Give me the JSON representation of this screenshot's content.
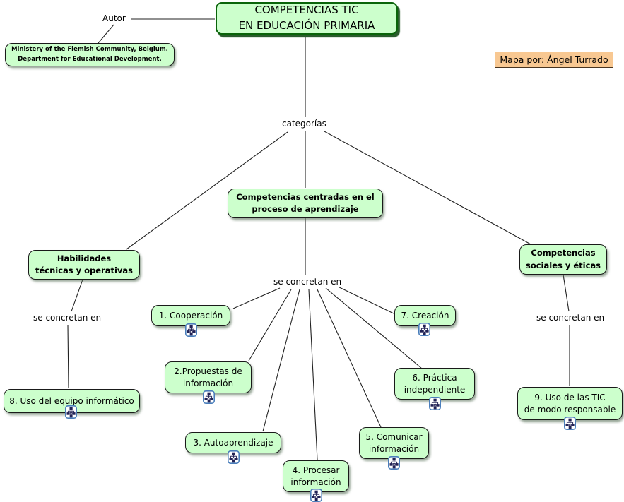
{
  "labels": {
    "autor": "Autor",
    "categorias": "categorías",
    "se_concretan": "se concretan en"
  },
  "nodes": {
    "title": "COMPETENCIAS TIC\nEN EDUCACIÓN PRIMARIA",
    "ministry": "Ministery of the Flemish Community, Belgium.\nDepartment for Educational Development.",
    "credit": "Mapa por: Ángel Turrado",
    "cat_left": "Habilidades\ntécnicas y operativas",
    "cat_center": "Competencias centradas en el\nproceso de aprendizaje",
    "cat_right": "Competencias\nsociales y éticas",
    "leaf1": "1. Cooperación",
    "leaf2": "2.Propuestas de\ninformación",
    "leaf3": "3. Autoaprendizaje",
    "leaf4": "4. Procesar\ninformación",
    "leaf5": "5. Comunicar\ninformación",
    "leaf6": "6. Práctica\nindependiente",
    "leaf7": "7. Creación",
    "leaf8": "8. Uso del equipo informático",
    "leaf9": "9. Uso de las TIC\nde modo responsable"
  },
  "icons": {
    "resource": "cmap-resource-icon"
  },
  "colors": {
    "concept_fill": "#ccffcc",
    "concept_border": "#1a1a1a",
    "title_border": "#0a640a",
    "credit_fill": "#f8c892",
    "credit_border": "#4a3520",
    "connector": "#222222",
    "icon_border": "#4a7ebb",
    "background": "#ffffff"
  }
}
